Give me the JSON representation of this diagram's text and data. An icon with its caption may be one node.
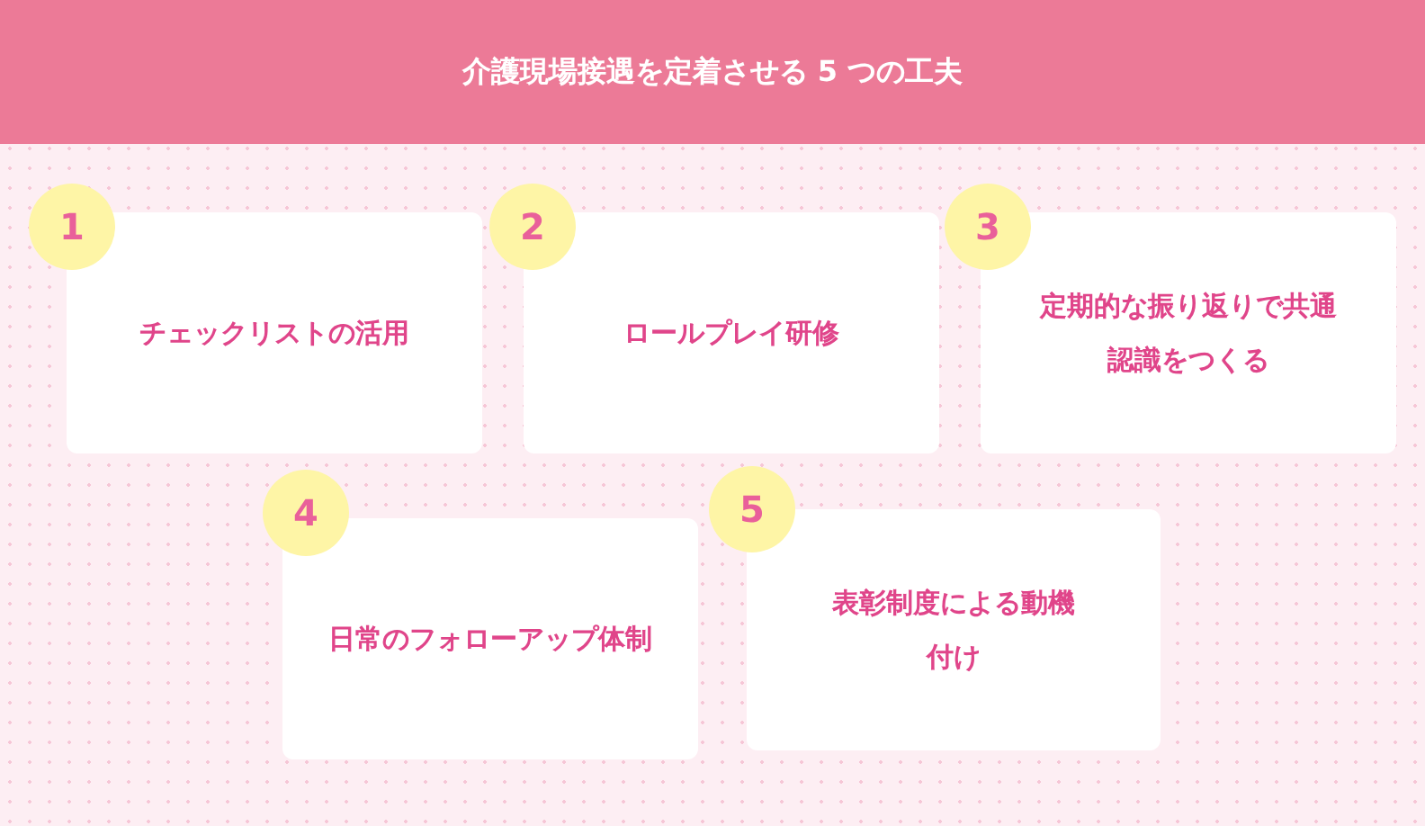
{
  "diagram": {
    "title": "介護現場接遇を定着させる 5 つの工夫",
    "nodes": [
      {
        "text": [
          "1"
        ]
      },
      {
        "text": [
          "チェックリストの活用"
        ]
      },
      {
        "text": [
          "2"
        ]
      },
      {
        "text": [
          "ロールプレイ研修"
        ]
      },
      {
        "text": [
          "3"
        ]
      },
      {
        "text": [
          "定期的な振り返りで共通認識をつくる"
        ]
      },
      {
        "text": [
          "4"
        ]
      },
      {
        "text": [
          "日常のフォローアップ体制"
        ]
      },
      {
        "text": [
          "5"
        ]
      },
      {
        "text": [
          "表彰制度による動機付け"
        ]
      }
    ]
  }
}
